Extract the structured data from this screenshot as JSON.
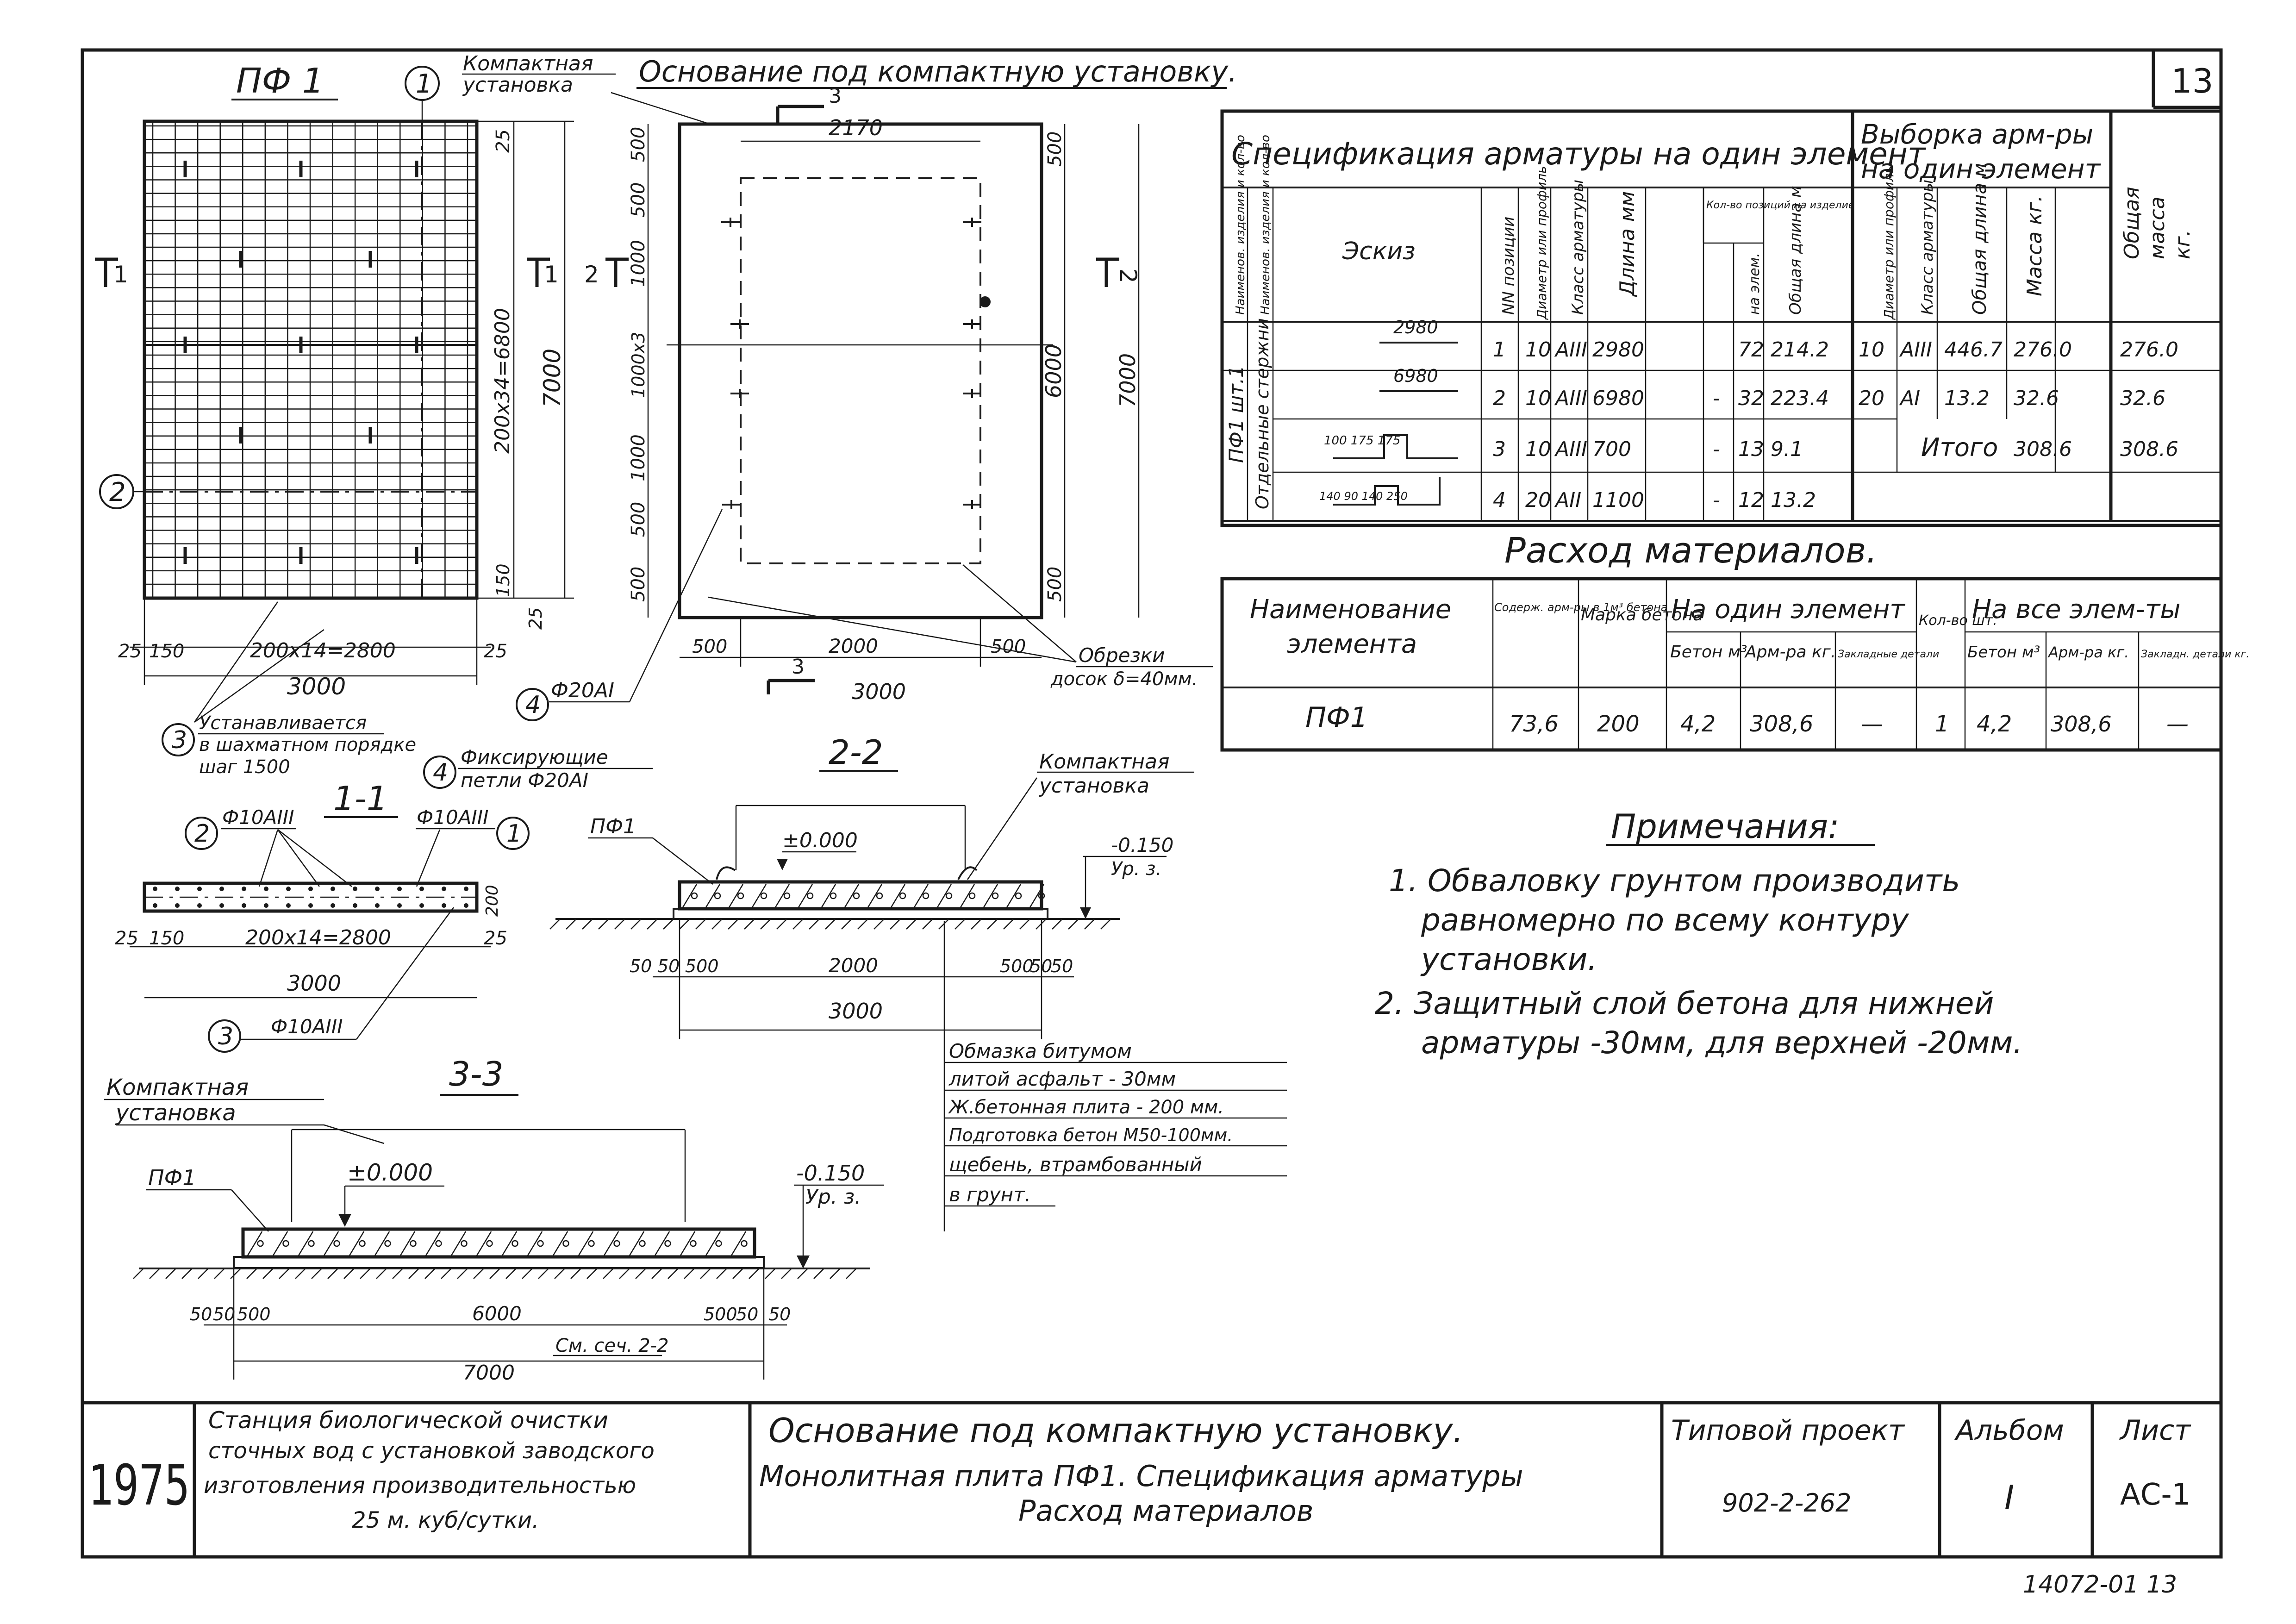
{
  "sheet": {
    "number_top": "13",
    "year": "1975",
    "archive_no": "14072-01 13",
    "title_block": {
      "org_lines": [
        "Станция биологической очистки",
        "сточных вод с установкой заводского",
        "изготовления производительностью",
        "25 м. куб/сутки."
      ],
      "drawing_title_lines": [
        "Основание под компактную установку.",
        "Монолитная плита ПФ1. Спецификация арматуры",
        "Расход материалов"
      ],
      "project_label": "Типовой проект",
      "project_code": "902-2-262",
      "album_label": "Альбом",
      "album_value": "I",
      "sheet_label": "Лист",
      "sheet_value": "АС-1"
    }
  },
  "plan_pf1": {
    "title": "ПФ 1",
    "callout_1": "1",
    "callout_2": "2",
    "callout_3": "3",
    "callout_4": "4",
    "dim_total_w": "3000",
    "dim_inner_w": "200x14=2800",
    "dim_edge_l": "25",
    "dim_edge_r": "25",
    "dim_150": "150",
    "dim_height": "7000",
    "dim_inner_h": "200x34=6800",
    "dim_top": "25",
    "dim_bot": "150",
    "dim_bot2": "25",
    "sec_1": "1",
    "note_3": [
      "Устанавливается",
      "в шахматном порядке",
      "шаг 1500"
    ],
    "note_4": [
      "Фиксирующие",
      "петли Ф20АI"
    ]
  },
  "base_plan": {
    "header": "Основание под компактную установку.",
    "compact_label": [
      "Компактная",
      "установка"
    ],
    "dim_2170": "2170",
    "dims_left": [
      "500",
      "500",
      "1000",
      "1000x3",
      "1000",
      "500",
      "500"
    ],
    "dim_6000": "6000",
    "dim_7000": "7000",
    "dims_right_500a": "500",
    "dims_right_500b": "500",
    "dims_bottom": [
      "500",
      "2000",
      "500"
    ],
    "dim_bottom_total": "3000",
    "sec_2": "2",
    "sec_3": "3",
    "rebar_4": "Ф20АI",
    "cut_note": [
      "Обрезки",
      "досок δ=40мм."
    ]
  },
  "spec_table": {
    "title": "Спецификация арматуры на один элемент",
    "sel_title": [
      "Выборка арм-ры",
      "на один элемент"
    ],
    "total_mass_head": [
      "Общая",
      "масса",
      "кг."
    ],
    "col_heads": [
      "Наименов. изделия и кол-во",
      "Наименов. изделия и кол-во",
      "Эскиз",
      "NN позиции",
      "Диаметр или профиль",
      "Класс арматуры",
      "Длина мм",
      "Кол-во позиций на изделие",
      "на элем.",
      "Общая длина м",
      "Диаметр или профиль",
      "Класс арматуры",
      "Общая длина м",
      "Масса кг."
    ],
    "group_label": "ПФ1 шт.1",
    "group_sub": "Отдельные стержни",
    "rows": [
      {
        "sketch": "2980",
        "pos": "1",
        "d": "10",
        "cls": "АIII",
        "len": "2980",
        "q1": "",
        "q2": "72",
        "tot": "214.2",
        "sd": "10",
        "scl": "АIII",
        "slen": "446.7",
        "smass": "276.0",
        "total": "276.0"
      },
      {
        "sketch": "6980",
        "pos": "2",
        "d": "10",
        "cls": "АIII",
        "len": "6980",
        "q1": "-",
        "q2": "32",
        "tot": "223.4",
        "sd": "20",
        "scl": "АI",
        "slen": "13.2",
        "smass": "32.6",
        "total": "32.6"
      },
      {
        "sketch": "100 175 175",
        "pos": "3",
        "d": "10",
        "cls": "АIII",
        "len": "700",
        "q1": "-",
        "q2": "13",
        "tot": "9.1",
        "sd": "",
        "scl": "",
        "slen": "",
        "smass": "",
        "total": ""
      },
      {
        "sketch": "140 90 140 250",
        "pos": "4",
        "d": "20",
        "cls": "АII",
        "len": "1100",
        "q1": "-",
        "q2": "12",
        "tot": "13.2",
        "sd": "",
        "scl": "",
        "slen": "",
        "smass": "",
        "total": ""
      }
    ],
    "itogo_label": "Итого",
    "itogo_mass": "308.6",
    "itogo_total": "308.6"
  },
  "materials": {
    "title": "Расход материалов.",
    "h_name": "Наименование элемента",
    "h_content": "Содерж. арм-ры в 1м³ бетона",
    "h_mark": "Марка бетона",
    "h_one": "На один элемент",
    "h_qty": "Кол-во шт.",
    "h_all": "На все элем-ты",
    "h_concrete": "Бетон м³",
    "h_rebar": "Арм-ра кг.",
    "h_embed": "Закладные детали",
    "h_concrete2": "Бетон м³",
    "h_rebar2": "Арм-ра кг.",
    "h_embed2": "Закладн. детали кг.",
    "row": {
      "name": "ПФ1",
      "content": "73,6",
      "mark": "200",
      "concrete": "4,2",
      "rebar": "308,6",
      "embed": "—",
      "qty": "1",
      "concrete_all": "4,2",
      "rebar_all": "308,6",
      "embed_all": "—"
    }
  },
  "notes": {
    "title": "Примечания:",
    "n1": [
      "1. Обваловку грунтом производить",
      "равномерно по всему контуру",
      "установки."
    ],
    "n2": [
      "2. Защитный слой бетона для нижней",
      "арматуры -30мм, для верхней -20мм."
    ]
  },
  "section_11": {
    "title": "1-1",
    "lbl_left": "Ф10АIII",
    "lbl_right": "Ф10АIII",
    "lbl_bottom": "Ф10АIII",
    "dim_200": "200",
    "dim_25": "25",
    "dim_150": "150",
    "dim_mid": "200x14=2800",
    "dim_25r": "25",
    "dim_total": "3000"
  },
  "section_22": {
    "title": "2-2",
    "pf1": "ПФ1",
    "compact": [
      "Компактная",
      "установка"
    ],
    "lvl_0": "±0.000",
    "lvl_150": "-0.150",
    "lvl_ur": "Ур. з.",
    "dims": [
      "50",
      "50",
      "500",
      "2000",
      "500",
      "50",
      "50"
    ],
    "dim_total": "3000",
    "layers": [
      "Обмазка битумом",
      "литой асфальт - 30мм",
      "Ж.бетонная плита - 200 мм.",
      "Подготовка бетон М50-100мм.",
      "щебень, втрамбованный",
      "в грунт."
    ]
  },
  "section_33": {
    "title": "3-3",
    "compact": [
      "Компактная",
      "установка"
    ],
    "pf1": "ПФ1",
    "lvl_0": "±0.000",
    "lvl_150": "-0.150",
    "lvl_ur": "Ур. з.",
    "dims": [
      "50",
      "50",
      "500",
      "6000",
      "500",
      "50",
      "50"
    ],
    "dim_total": "7000",
    "see": "См. сеч. 2-2"
  }
}
